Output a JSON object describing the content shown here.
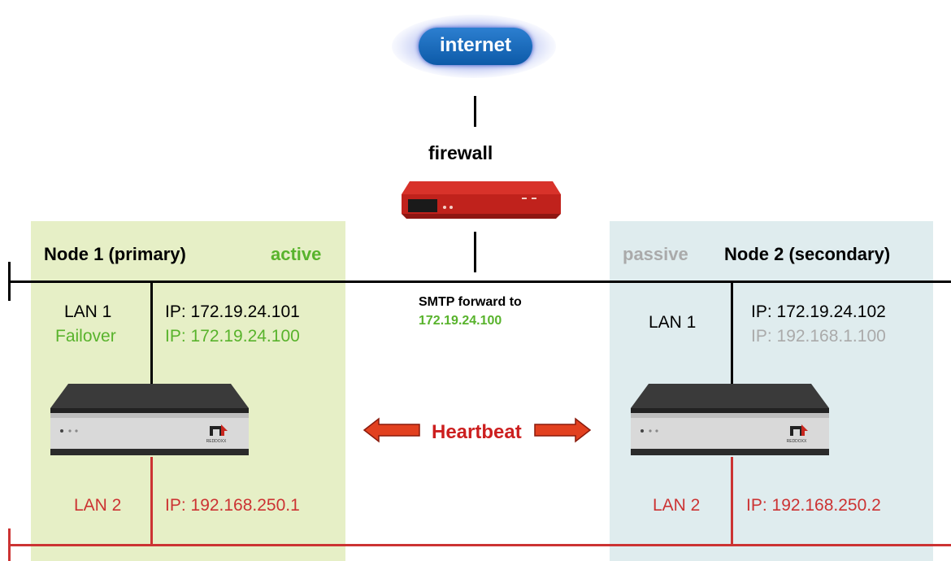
{
  "internet_label": "internet",
  "firewall_label": "firewall",
  "node1": {
    "title": "Node 1 (primary)",
    "state": "active",
    "lan1_label": "LAN 1",
    "lan1_ip": "IP: 172.19.24.101",
    "failover_label": "Failover",
    "failover_ip": "IP: 172.19.24.100",
    "lan2_label": "LAN 2",
    "lan2_ip": "IP: 192.168.250.1",
    "device_brand": "REDDOXX"
  },
  "node2": {
    "title": "Node 2 (secondary)",
    "state": "passive",
    "lan1_label": "LAN 1",
    "lan1_ip": "IP: 172.19.24.102",
    "failover_ip": "IP: 192.168.1.100",
    "lan2_label": "LAN 2",
    "lan2_ip": "IP: 192.168.250.2",
    "device_brand": "REDDOXX"
  },
  "smtp": {
    "line1": "SMTP forward to",
    "line2": "172.19.24.100"
  },
  "heartbeat_label": "Heartbeat",
  "colors": {
    "active": "#58b32c",
    "passive": "#aaaaaa",
    "lan2": "#cc3333",
    "heartbeat": "#cc1f1f",
    "node1_panel": "#e6efc6",
    "node2_panel": "#dfecee"
  }
}
